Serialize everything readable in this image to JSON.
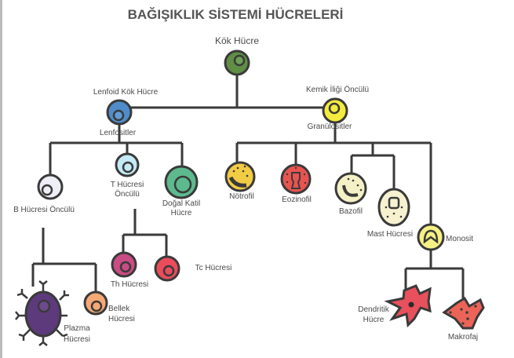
{
  "title": "BAĞIŞIKLIK SİSTEMİ HÜCRELERİ",
  "nodes": {
    "stem": "Kök Hücre",
    "lymphoid": "Lenfoid Kök Hücre",
    "myeloid": "Kemik İliği Öncülü",
    "lymphocytes": "Lenfositler",
    "granulocytes": "Granülositler",
    "b_precursor": "B Hücresi Öncülü",
    "t_precursor": [
      "T Hücresi",
      "Öncülü"
    ],
    "nk": [
      "Doğal Katil",
      "Hücre"
    ],
    "neutrophil": "Nötrofil",
    "eosinophil": "Eozinofil",
    "basophil": "Bazofil",
    "mast": "Mast Hücresi",
    "monocyte": "Monosit",
    "th": "Th Hücresi",
    "tc": "Tc Hücresi",
    "plasma": [
      "Plazma",
      "Hücresi"
    ],
    "memory": [
      "Bellek",
      "Hücresi"
    ],
    "dendritic": [
      "Dendritik",
      "Hücre"
    ],
    "macrophage": "Makrofaj"
  },
  "colors": {
    "stem": "#5f8f45",
    "lymphoid": "#4f8cc9",
    "myeloid": "#f4ec3c",
    "b": "#eeeef6",
    "t": "#c4eaf6",
    "nk": "#5cba8e",
    "neutrophil": "#f2cc45",
    "eosinophil": "#e85450",
    "basophil": "#f5f1c6",
    "mast": "#f6f1cf",
    "monocyte": "#f6f184",
    "th": "#c94c84",
    "tc": "#ea4c5c",
    "plasma": "#5d3a7c",
    "memory": "#f6a974",
    "dendritic": "#e8505c",
    "macrophage": "#ec6458"
  }
}
